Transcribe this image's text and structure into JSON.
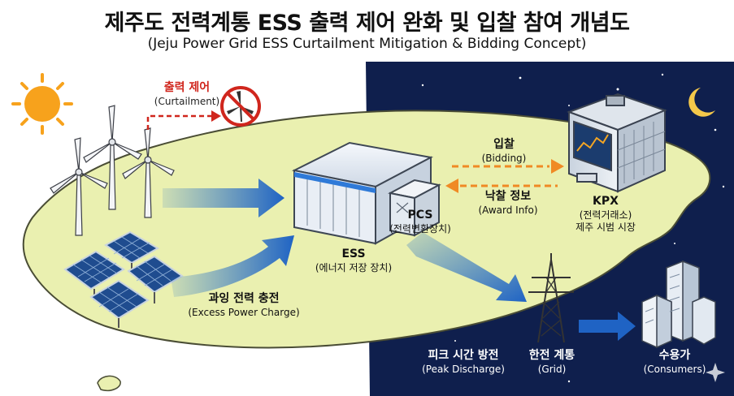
{
  "title": {
    "korean": "제주도 전력계통 ESS 출력 제어 완화 및 입찰 참여 개념도",
    "english": "(Jeju Power Grid ESS Curtailment Mitigation & Bidding Concept)"
  },
  "labels": {
    "curtailment": {
      "ko": "출력 제어",
      "en": "(Curtailment)"
    },
    "excess_charge": {
      "ko": "과잉 전력 충전",
      "en": "(Excess Power Charge)"
    },
    "ess": {
      "ko": "ESS",
      "en": "(에너지 저장 장치)"
    },
    "pcs": {
      "ko": "PCS",
      "en": "(전력변환장치)"
    },
    "bidding": {
      "ko": "입찰",
      "en": "(Bidding)"
    },
    "award": {
      "ko": "낙찰 정보",
      "en": "(Award Info)"
    },
    "kpx": {
      "ko": "KPX",
      "en": "(전력거래소)",
      "extra": "제주 시범 시장"
    },
    "peak_discharge": {
      "ko": "피크 시간 방전",
      "en": "(Peak Discharge)"
    },
    "grid": {
      "ko": "한전 계통",
      "en": "(Grid)"
    },
    "consumers": {
      "ko": "수용가",
      "en": "(Consumers)"
    }
  },
  "colors": {
    "night_sky": "#0f1f4d",
    "island": "#eaf0b0",
    "flow_arrow": "#2a74c9",
    "curtailment_red": "#d0261d",
    "bidding_orange": "#f08a24"
  },
  "icons": [
    "sun-icon",
    "moon-icon",
    "wind-turbine-icon",
    "solar-panel-icon",
    "no-wind-turbine-icon",
    "ess-container-icon",
    "pcs-unit-icon",
    "kpx-building-icon",
    "transmission-tower-icon",
    "consumer-buildings-icon"
  ]
}
